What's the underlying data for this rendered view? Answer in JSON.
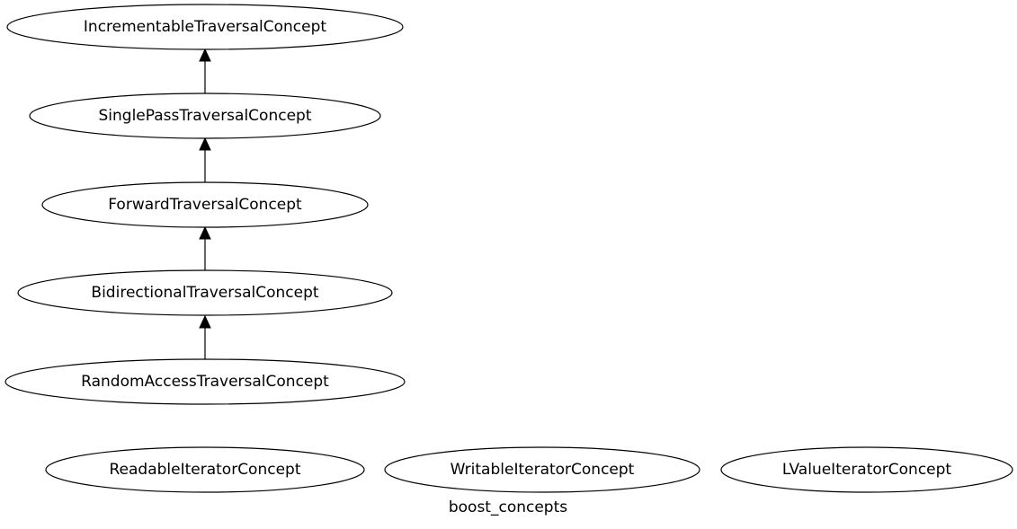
{
  "graph": {
    "label": "boost_concepts",
    "nodes": [
      {
        "id": "incrementable",
        "label": "IncrementableTraversalConcept"
      },
      {
        "id": "single_pass",
        "label": "SinglePassTraversalConcept"
      },
      {
        "id": "forward",
        "label": "ForwardTraversalConcept"
      },
      {
        "id": "bidirectional",
        "label": "BidirectionalTraversalConcept"
      },
      {
        "id": "random_access",
        "label": "RandomAccessTraversalConcept"
      },
      {
        "id": "readable",
        "label": "ReadableIteratorConcept"
      },
      {
        "id": "writable",
        "label": "WritableIteratorConcept"
      },
      {
        "id": "lvalue",
        "label": "LValueIteratorConcept"
      }
    ],
    "edges": [
      {
        "from": "single_pass",
        "to": "incrementable"
      },
      {
        "from": "forward",
        "to": "single_pass"
      },
      {
        "from": "bidirectional",
        "to": "forward"
      },
      {
        "from": "random_access",
        "to": "bidirectional"
      }
    ]
  }
}
